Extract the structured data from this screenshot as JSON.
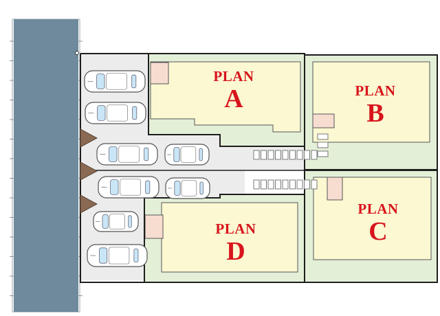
{
  "plans": [
    {
      "id": "A",
      "word": "PLAN",
      "letter": "A"
    },
    {
      "id": "B",
      "word": "PLAN",
      "letter": "B"
    },
    {
      "id": "C",
      "word": "PLAN",
      "letter": "C"
    },
    {
      "id": "D",
      "word": "PLAN",
      "letter": "D"
    }
  ],
  "colors": {
    "road": "#6e8a9c",
    "lot_outline": "#1e1e1e",
    "yard": "#e3efd7",
    "house": "#fbf8d2",
    "driveway": "#ececec",
    "label": "#d8141c",
    "entrance": "#f7ddd0",
    "arrow": "#8a6a52",
    "car_window": "#c9e6f7"
  },
  "icons": {
    "car": "car-icon",
    "entrance": "entrance-porch-icon",
    "arrow": "driveway-entry-arrow-icon"
  }
}
